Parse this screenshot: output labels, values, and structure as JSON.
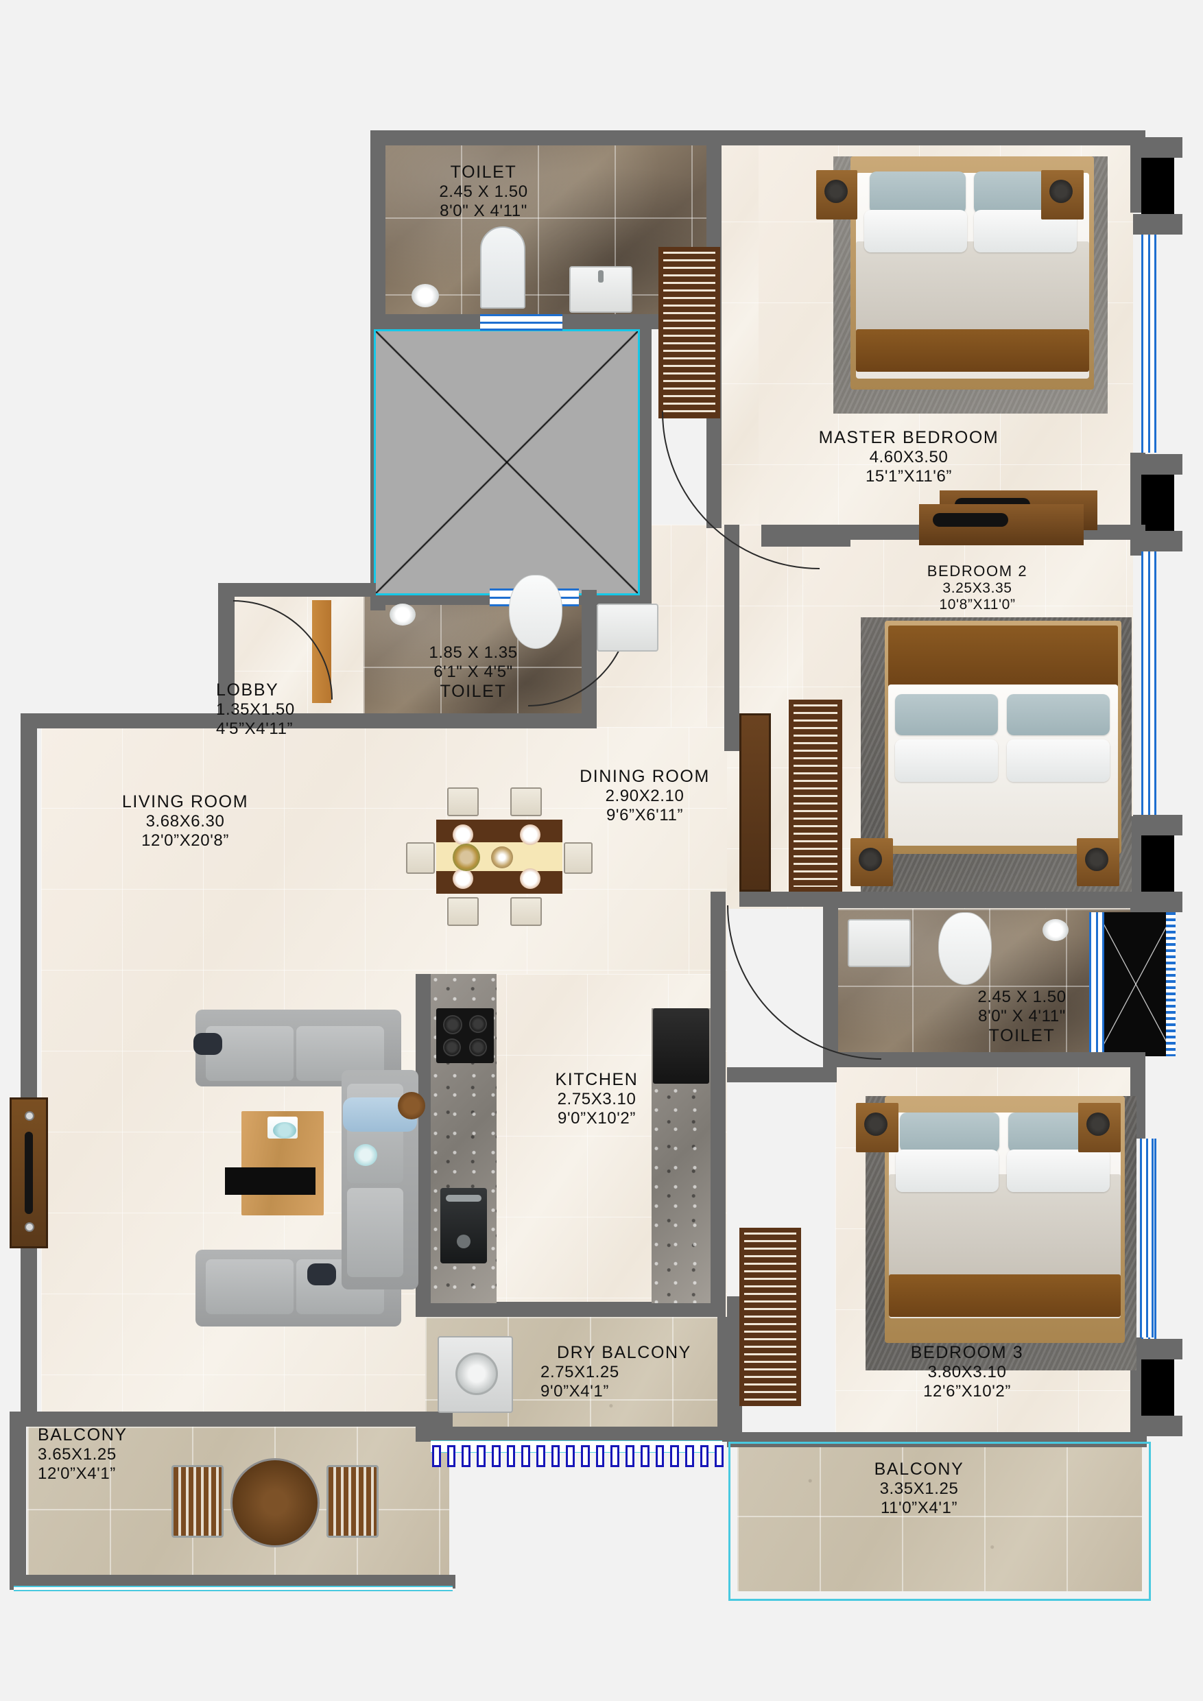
{
  "plan": {
    "title": "Residential Floor Plan",
    "background_color": "#f2f2f2",
    "wall_color": "#6a6a6a",
    "window_color": "#1e6fd0",
    "shaft_border_color": "#16c8e8"
  },
  "rooms": [
    {
      "key": "toilet_master",
      "name": "TOILET",
      "dim_m": "2.45 X 1.50",
      "dim_ft": "8'0\" X 4'11\"",
      "order": "name_first"
    },
    {
      "key": "master_bedroom",
      "name": "MASTER BEDROOM",
      "dim_m": "4.60X3.50",
      "dim_ft": "15'1”X11'6”",
      "order": "name_first"
    },
    {
      "key": "bedroom_2",
      "name": "BEDROOM 2",
      "dim_m": "3.25X3.35",
      "dim_ft": "10'8”X11'0”",
      "order": "name_first"
    },
    {
      "key": "toilet_common",
      "name": "TOILET",
      "dim_m": "1.85 X 1.35",
      "dim_ft": "6'1\" X 4'5\"",
      "order": "name_last"
    },
    {
      "key": "lobby",
      "name": "LOBBY",
      "dim_m": "1.35X1.50",
      "dim_ft": "4'5”X4'11”",
      "order": "name_first"
    },
    {
      "key": "living_room",
      "name": "LIVING ROOM",
      "dim_m": "3.68X6.30",
      "dim_ft": "12'0”X20'8”",
      "order": "name_first"
    },
    {
      "key": "dining_room",
      "name": "DINING ROOM",
      "dim_m": "2.90X2.10",
      "dim_ft": "9'6”X6'11”",
      "order": "name_first"
    },
    {
      "key": "kitchen",
      "name": "KITCHEN",
      "dim_m": "2.75X3.10",
      "dim_ft": "9'0”X10'2”",
      "order": "name_first"
    },
    {
      "key": "toilet_bed3",
      "name": "TOILET",
      "dim_m": "2.45 X 1.50",
      "dim_ft": "8'0\" X 4'11\"",
      "order": "name_last"
    },
    {
      "key": "bedroom_3",
      "name": "BEDROOM 3",
      "dim_m": "3.80X3.10",
      "dim_ft": "12'6”X10'2”",
      "order": "name_first"
    },
    {
      "key": "dry_balcony",
      "name": "DRY BALCONY",
      "dim_m": "2.75X1.25",
      "dim_ft": "9'0”X4'1”",
      "order": "name_first"
    },
    {
      "key": "balcony_left",
      "name": "BALCONY",
      "dim_m": "3.65X1.25",
      "dim_ft": "12'0”X4'1”",
      "order": "name_first"
    },
    {
      "key": "balcony_right",
      "name": "BALCONY",
      "dim_m": "3.35X1.25",
      "dim_ft": "11'0”X4'1”",
      "order": "name_first"
    }
  ],
  "fixtures": {
    "shaft": "duct-shaft",
    "beds": 3,
    "sofas": 3,
    "dining_chairs": 6
  }
}
